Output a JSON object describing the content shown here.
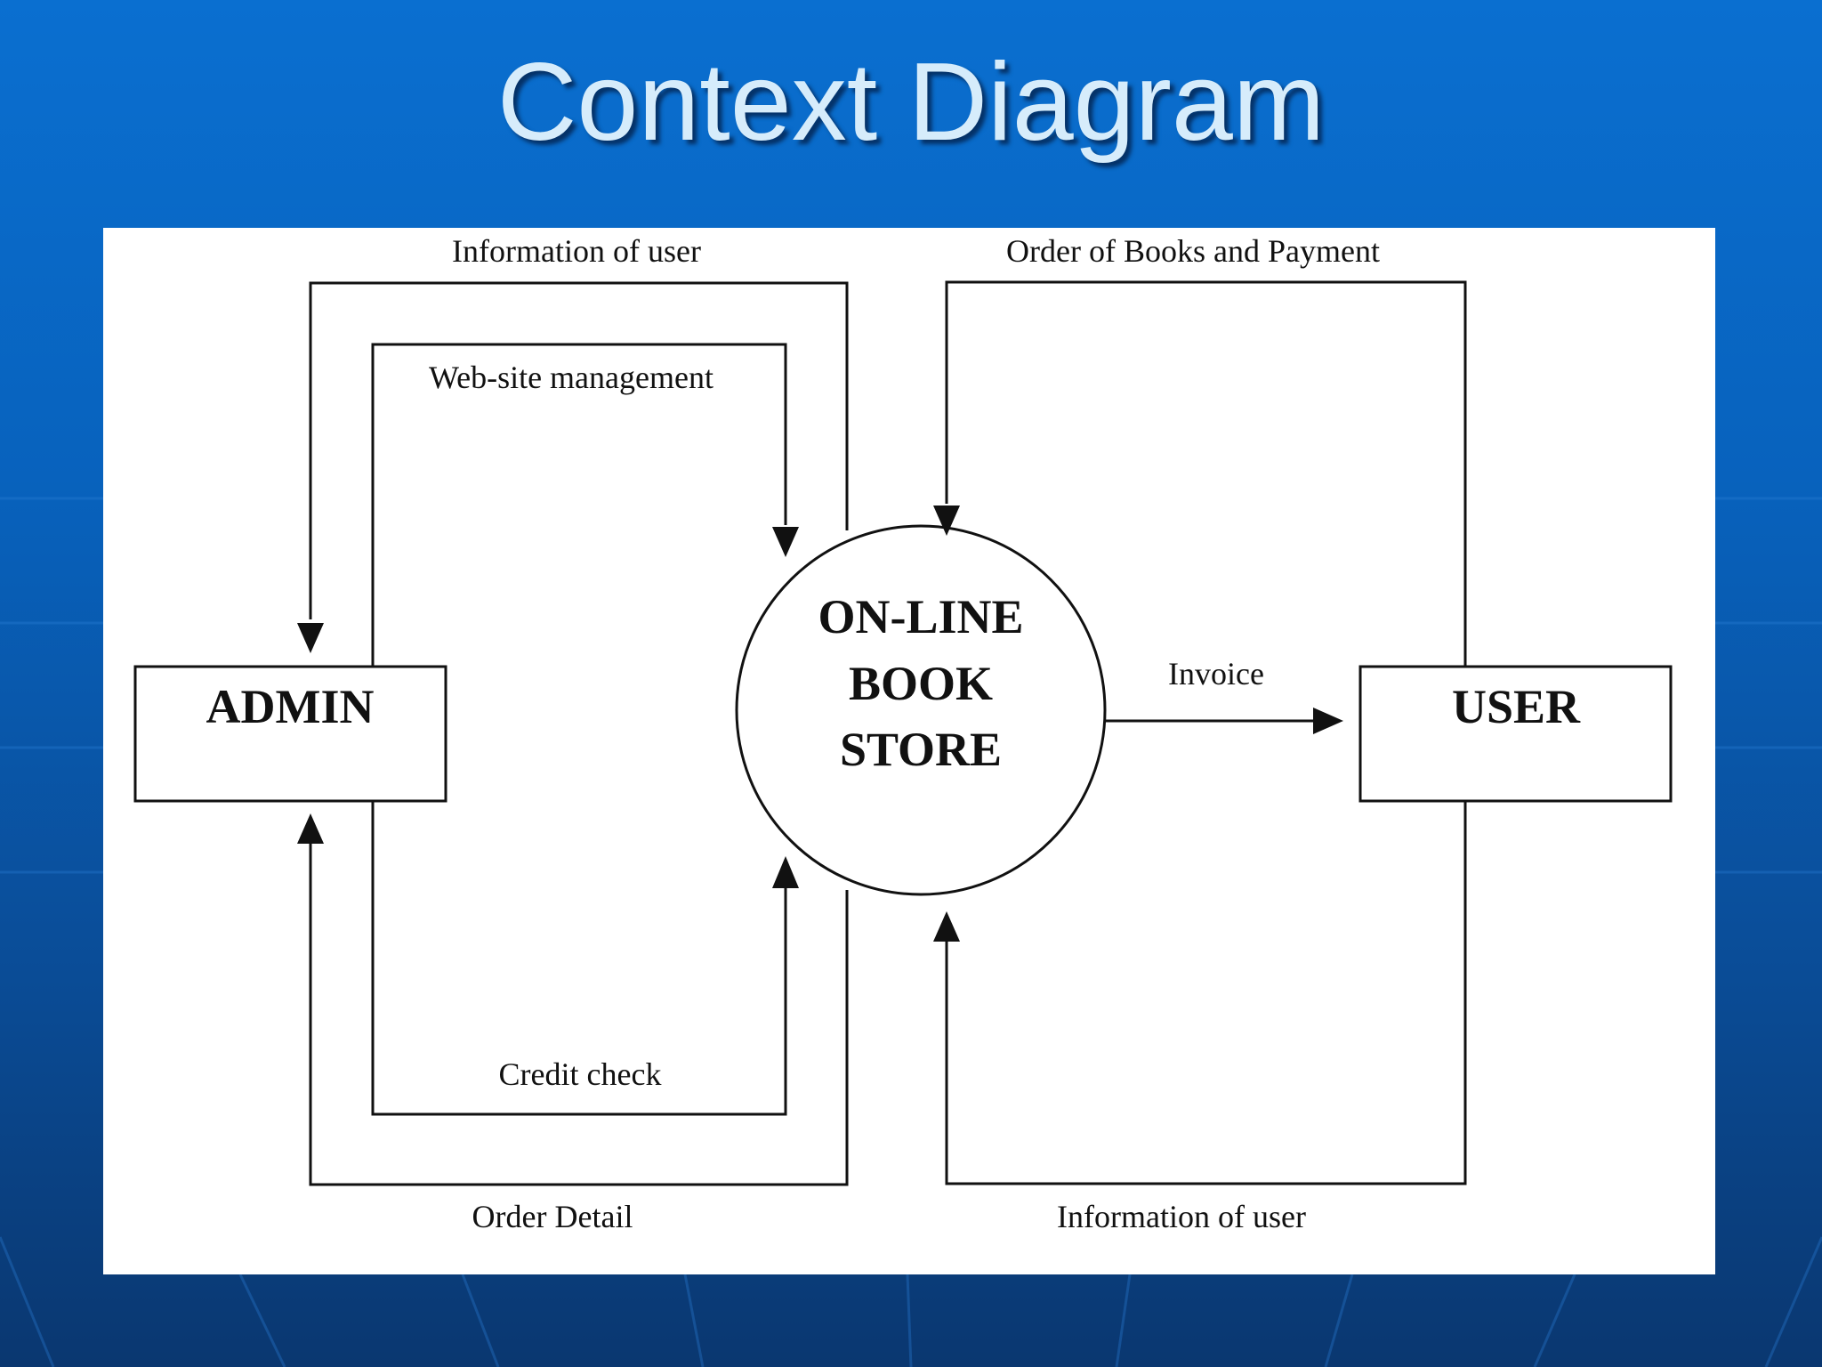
{
  "slide": {
    "title": "Context Diagram"
  },
  "diagram": {
    "process": {
      "line1": "ON-LINE",
      "line2": "BOOK",
      "line3": "STORE"
    },
    "entities": {
      "admin": "ADMIN",
      "user": "USER"
    },
    "flows": {
      "info_of_user_top": "Information of user",
      "website_management": "Web-site management",
      "credit_check": "Credit check",
      "order_detail": "Order Detail",
      "order_books_payment": "Order of Books and Payment",
      "invoice": "Invoice",
      "info_of_user_bottom": "Information of user"
    }
  },
  "colors": {
    "background_top": "#0a6fd0",
    "background_bottom": "#0a3770",
    "title": "#d6ecfb",
    "panel": "#ffffff",
    "ink": "#111111"
  }
}
